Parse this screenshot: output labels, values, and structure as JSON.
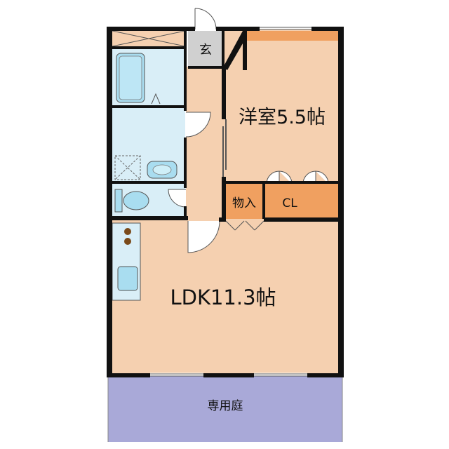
{
  "rooms": {
    "entrance": "玄",
    "western_room": "洋室5.5帖",
    "storage": "物入",
    "closet": "CL",
    "ldk": "LDK11.3帖",
    "private_garden": "専用庭"
  },
  "colors": {
    "wall": "#111111",
    "floor": "#F5D0B0",
    "closet": "#F0A060",
    "wet_area": "#D9EEF7",
    "fixture": "#A9DDF0",
    "entrance": "#D0D0D0",
    "garden": "#A9A9D8",
    "closet_strip": "#F0A060"
  }
}
